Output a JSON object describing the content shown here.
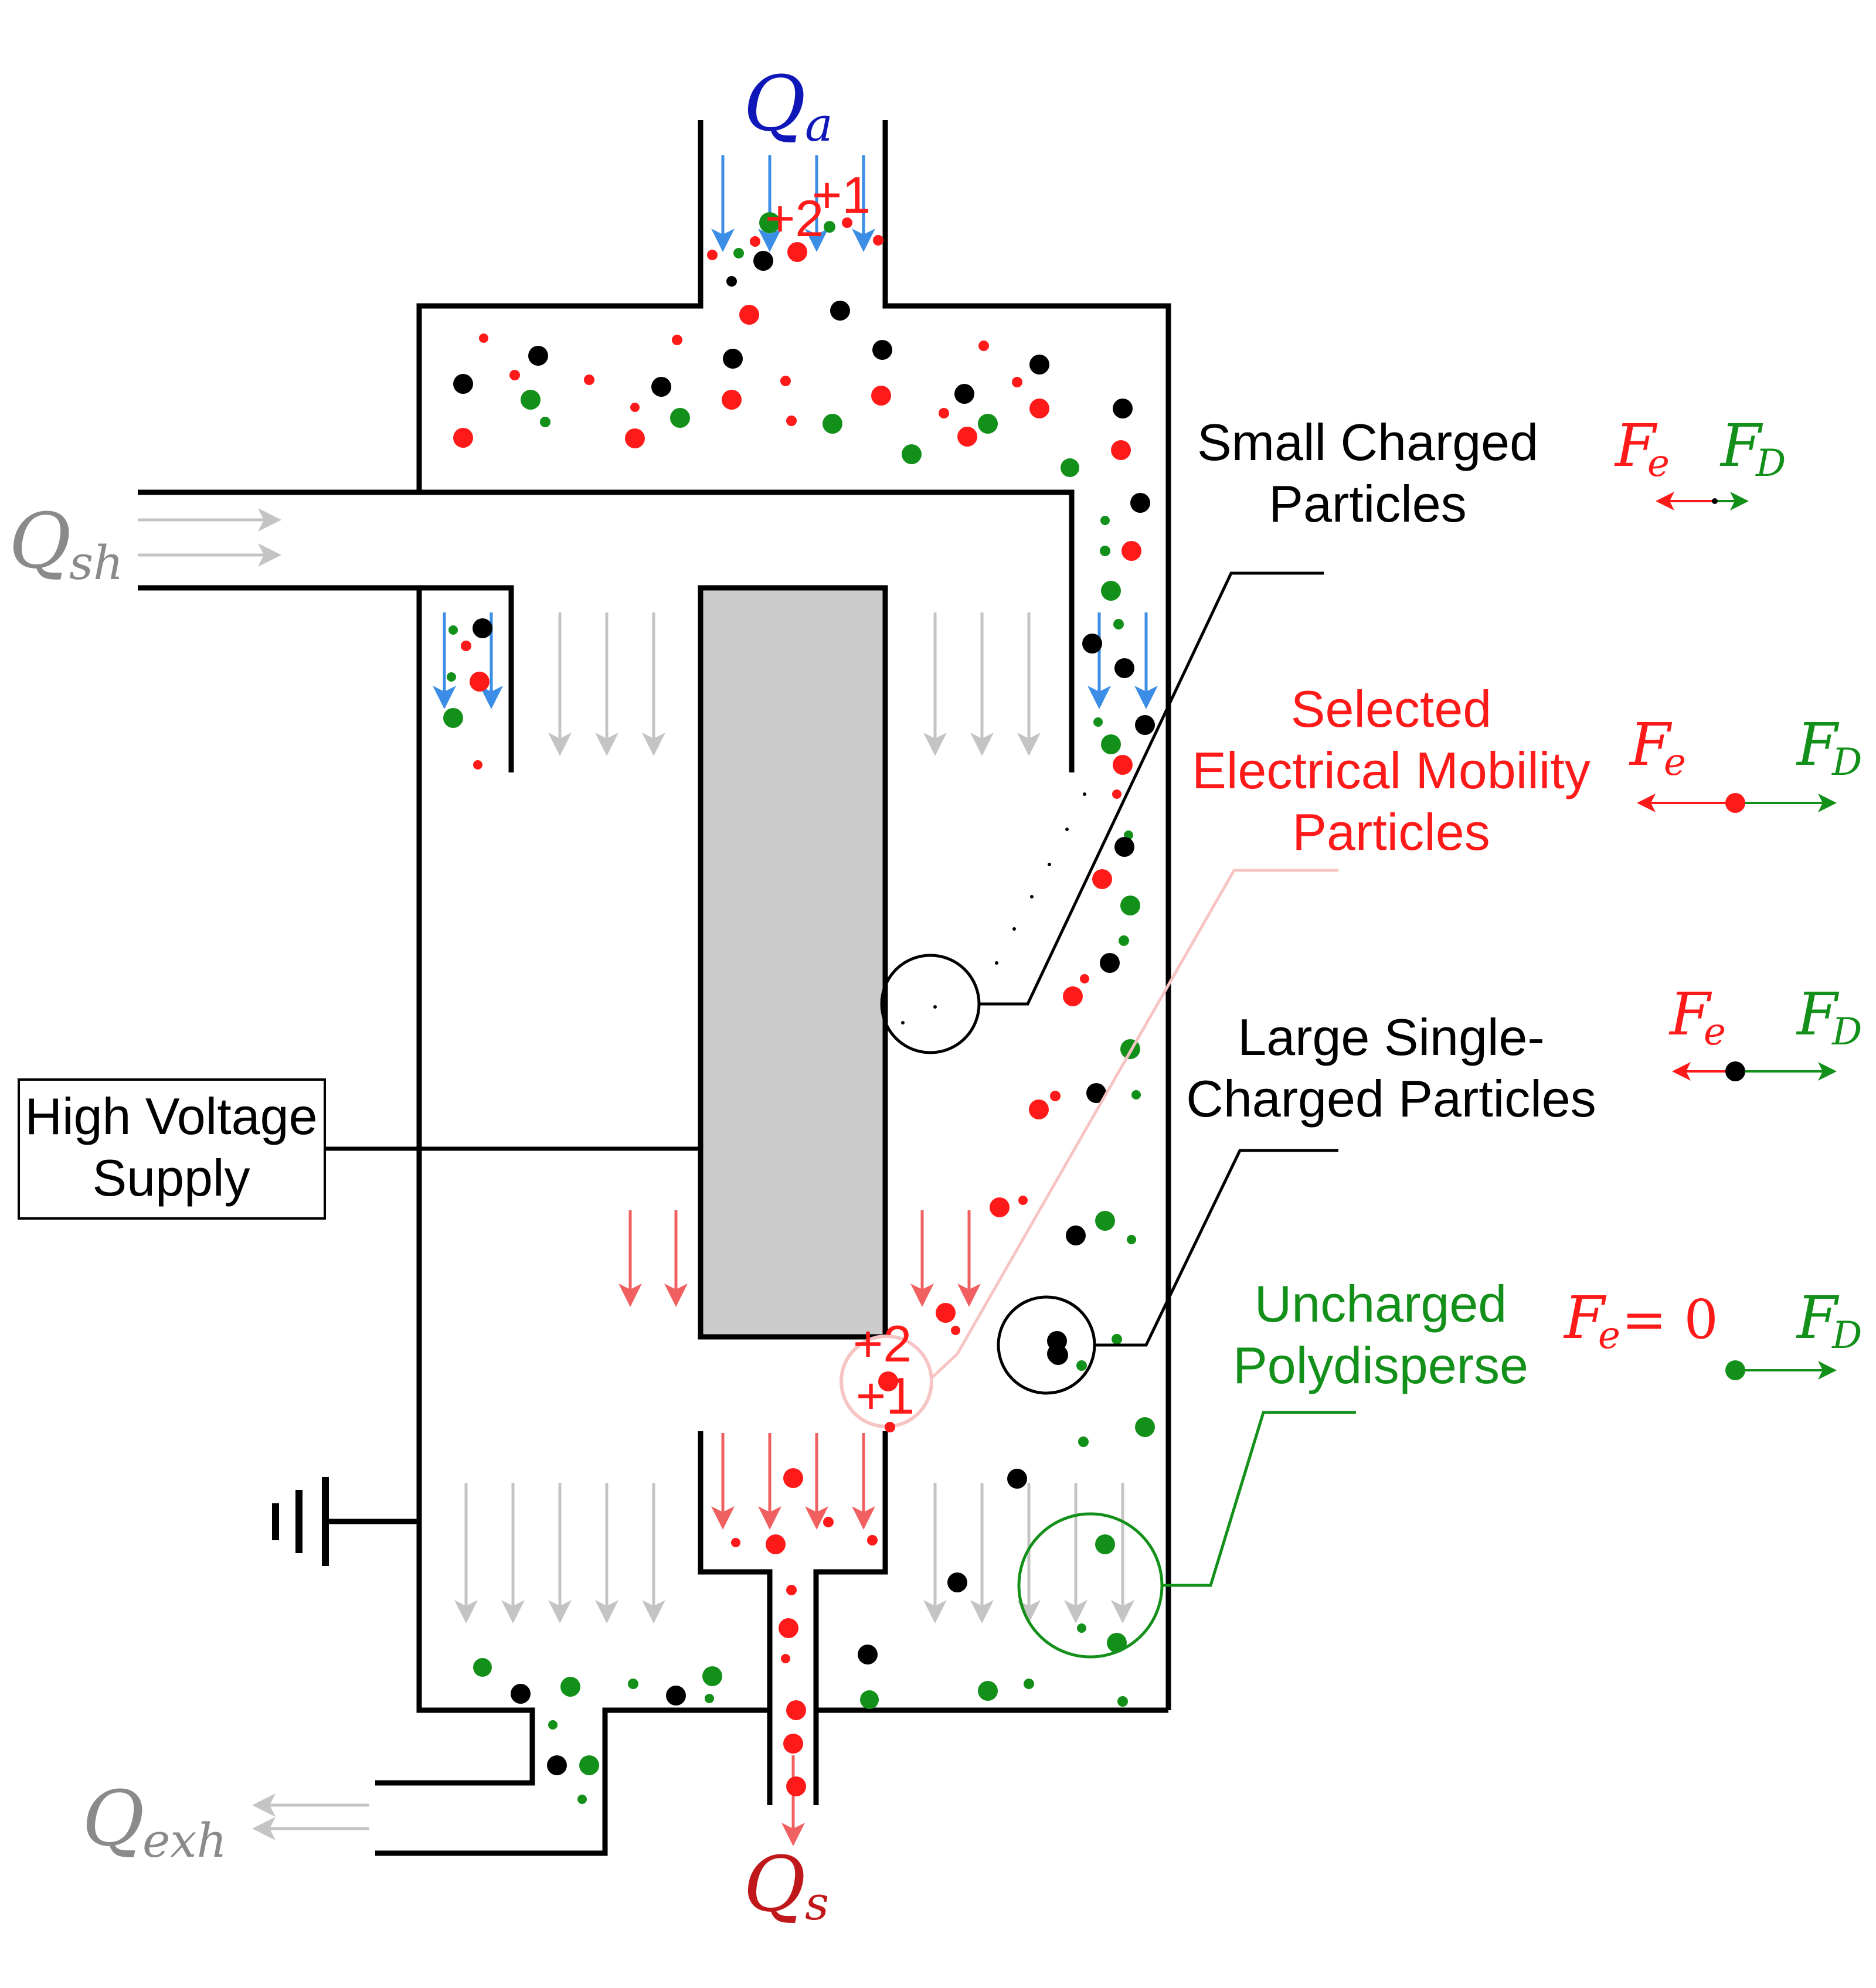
{
  "flows": {
    "aerosol": {
      "symbol": "Q",
      "sub": "a",
      "color": "#0f17b8"
    },
    "sheath": {
      "symbol": "Q",
      "sub": "sh",
      "color": "#8a8a8a"
    },
    "exhaust": {
      "symbol": "Q",
      "sub": "exh",
      "color": "#8a8a8a"
    },
    "sample": {
      "symbol": "Q",
      "sub": "s",
      "color": "#c0171a"
    }
  },
  "supply_box": {
    "line1": "High Voltage",
    "line2": "Supply"
  },
  "charge_labels": {
    "plus2": "+2",
    "plus1": "+1"
  },
  "legend": [
    {
      "line1": "Small Charged",
      "line2": "Particles",
      "line3": "",
      "color": "#000000",
      "fe": "F",
      "fe_sub": "e",
      "fd": "F",
      "fd_sub": "D",
      "fe_suffix": ""
    },
    {
      "line1": "Selected",
      "line2": "Electrical Mobility",
      "line3": "Particles",
      "color": "#ff1a1a",
      "fe": "F",
      "fe_sub": "e",
      "fd": "F",
      "fd_sub": "D",
      "fe_suffix": ""
    },
    {
      "line1": "Large Single-",
      "line2": "Charged Particles",
      "line3": "",
      "color": "#000000",
      "fe": "F",
      "fe_sub": "e",
      "fd": "F",
      "fd_sub": "D",
      "fe_suffix": ""
    },
    {
      "line1": "Uncharged",
      "line2": "Polydisperse",
      "line3": "",
      "color": "#13901a",
      "fe": "F",
      "fe_sub": "e",
      "fd": "F",
      "fd_sub": "D",
      "fe_suffix": " = 0"
    }
  ],
  "colors": {
    "fe_red": "#ff1a1a",
    "fd_green": "#13901a",
    "particle_black": "#000000",
    "particle_red": "#ff1a1a",
    "particle_green": "#13901a",
    "aerosol_arrow": "#3b8de6",
    "sheath_arrow": "#c4c4c4",
    "sample_arrow": "#f06060",
    "rod_fill": "#cccccc",
    "highlight_pink": "#f7c4c4"
  }
}
